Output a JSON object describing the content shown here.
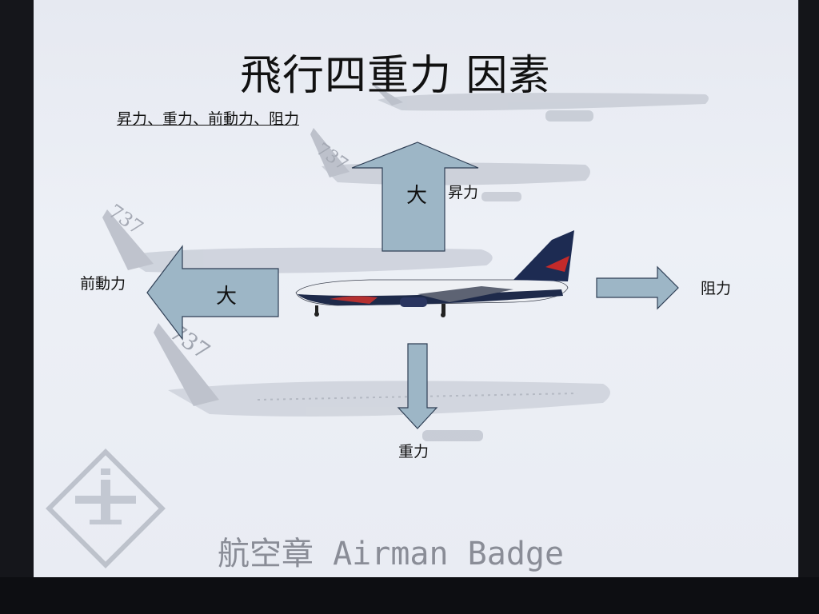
{
  "slide": {
    "title": "飛行四重力 因素",
    "subtitle": "昇力、重力、前動力、阻力",
    "labels": {
      "lift": "昇力",
      "thrust": "前動力",
      "drag": "阻力",
      "gravity": "重力"
    },
    "arrow_marks": {
      "up": "大",
      "left": "大"
    },
    "plane_tail_number": "737",
    "footer": "航空章  Airman Badge"
  },
  "colors": {
    "screen_bg": "#e9ecf3",
    "arrow_fill": "#9db6c6",
    "arrow_stroke": "#2f3f55",
    "ghost_plane": "#b7bcc7",
    "footer_text": "#8a8d97"
  }
}
